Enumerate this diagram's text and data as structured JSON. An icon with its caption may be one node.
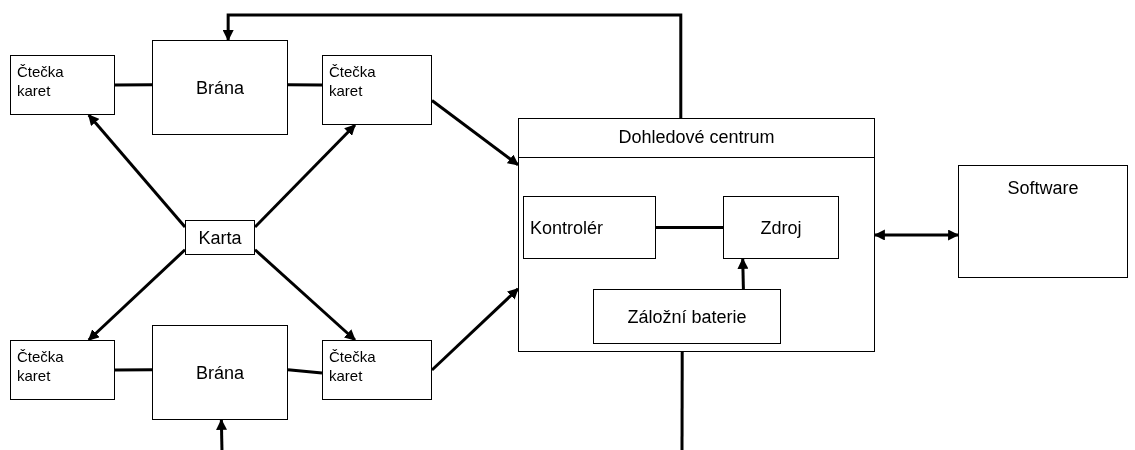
{
  "diagram": {
    "nodes": [
      {
        "text": [
          "Čtečka karet"
        ]
      },
      {
        "text": [
          "Brána"
        ]
      },
      {
        "text": [
          "Čtečka karet"
        ]
      },
      {
        "text": [
          "Karta"
        ]
      },
      {
        "text": [
          "Čtečka karet"
        ]
      },
      {
        "text": [
          "Brána"
        ]
      },
      {
        "text": [
          "Čtečka karet"
        ]
      },
      {
        "text": [
          "Dohledové centrum"
        ]
      },
      {
        "text": [
          "Kontrolér"
        ],
        "in": 7
      },
      {
        "text": [
          "Zdroj"
        ],
        "in": 7
      },
      {
        "text": [
          "Záložní baterie"
        ],
        "in": 7
      },
      {
        "text": [
          "Software"
        ]
      }
    ],
    "edges": [
      {
        "from": 0,
        "to": 1,
        "arrow": "none"
      },
      {
        "from": 1,
        "to": 2,
        "arrow": "none"
      },
      {
        "from": 4,
        "to": 5,
        "arrow": "none"
      },
      {
        "from": 5,
        "to": 6,
        "arrow": "none"
      },
      {
        "from": 3,
        "to": 0,
        "arrow": "to"
      },
      {
        "from": 3,
        "to": 2,
        "arrow": "to"
      },
      {
        "from": 3,
        "to": 4,
        "arrow": "to"
      },
      {
        "from": 3,
        "to": 6,
        "arrow": "to"
      },
      {
        "from": 2,
        "to": 7,
        "arrow": "to"
      },
      {
        "from": 6,
        "to": 7,
        "arrow": "to"
      },
      {
        "from": 8,
        "to": 9,
        "arrow": "none"
      },
      {
        "from": 10,
        "to": 9,
        "arrow": "to"
      },
      {
        "from": 7,
        "to": 11,
        "arrow": "both"
      },
      {
        "from": 7,
        "to": 1,
        "arrow": "to"
      },
      {
        "from": null,
        "to": 5,
        "arrow": "to"
      },
      {
        "from": 7,
        "to": null,
        "arrow": "none"
      }
    ]
  }
}
